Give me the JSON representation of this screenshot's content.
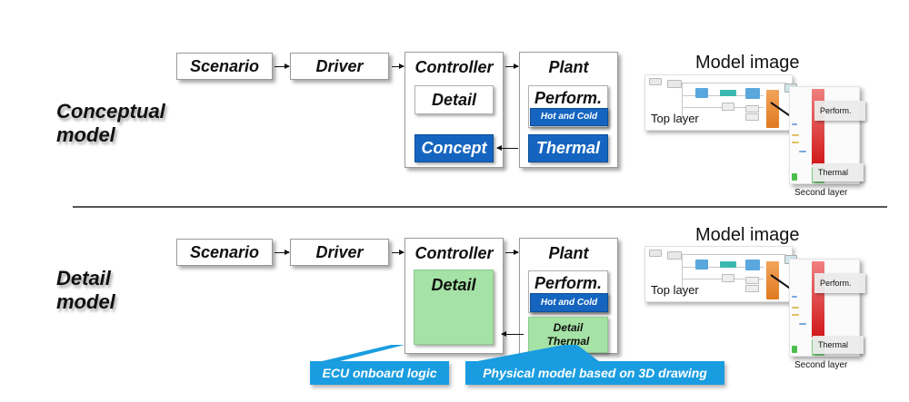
{
  "rows": [
    {
      "label_line1": "Conceptual",
      "label_line2": "model",
      "flow": {
        "scenario": "Scenario",
        "driver": "Driver",
        "controller": {
          "title": "Controller",
          "upper": "Detail",
          "lower": "Concept"
        },
        "plant": {
          "title": "Plant",
          "perform": "Perform.",
          "hot_cold": "Hot and Cold",
          "thermal": "Thermal"
        }
      },
      "model_image": {
        "title": "Model image",
        "top_layer": "Top layer",
        "second_layer": "Second layer",
        "tag_perform": "Perform.",
        "tag_thermal": "Thermal"
      }
    },
    {
      "label_line1": "Detail",
      "label_line2": "model",
      "flow": {
        "scenario": "Scenario",
        "driver": "Driver",
        "controller": {
          "title": "Controller",
          "upper": "Detail"
        },
        "plant": {
          "title": "Plant",
          "perform": "Perform.",
          "hot_cold": "Hot and Cold",
          "thermal_line1": "Detail",
          "thermal_line2": "Thermal"
        }
      },
      "model_image": {
        "title": "Model image",
        "top_layer": "Top layer",
        "second_layer": "Second layer",
        "tag_perform": "Perform.",
        "tag_thermal": "Thermal"
      },
      "callouts": {
        "ecu": "ECU onboard logic",
        "physical": "Physical model based on 3D drawing"
      }
    }
  ],
  "colors": {
    "concept_blue": "#1565c0",
    "detail_green": "#a5e2a5",
    "callout_blue": "#1a9de0"
  }
}
